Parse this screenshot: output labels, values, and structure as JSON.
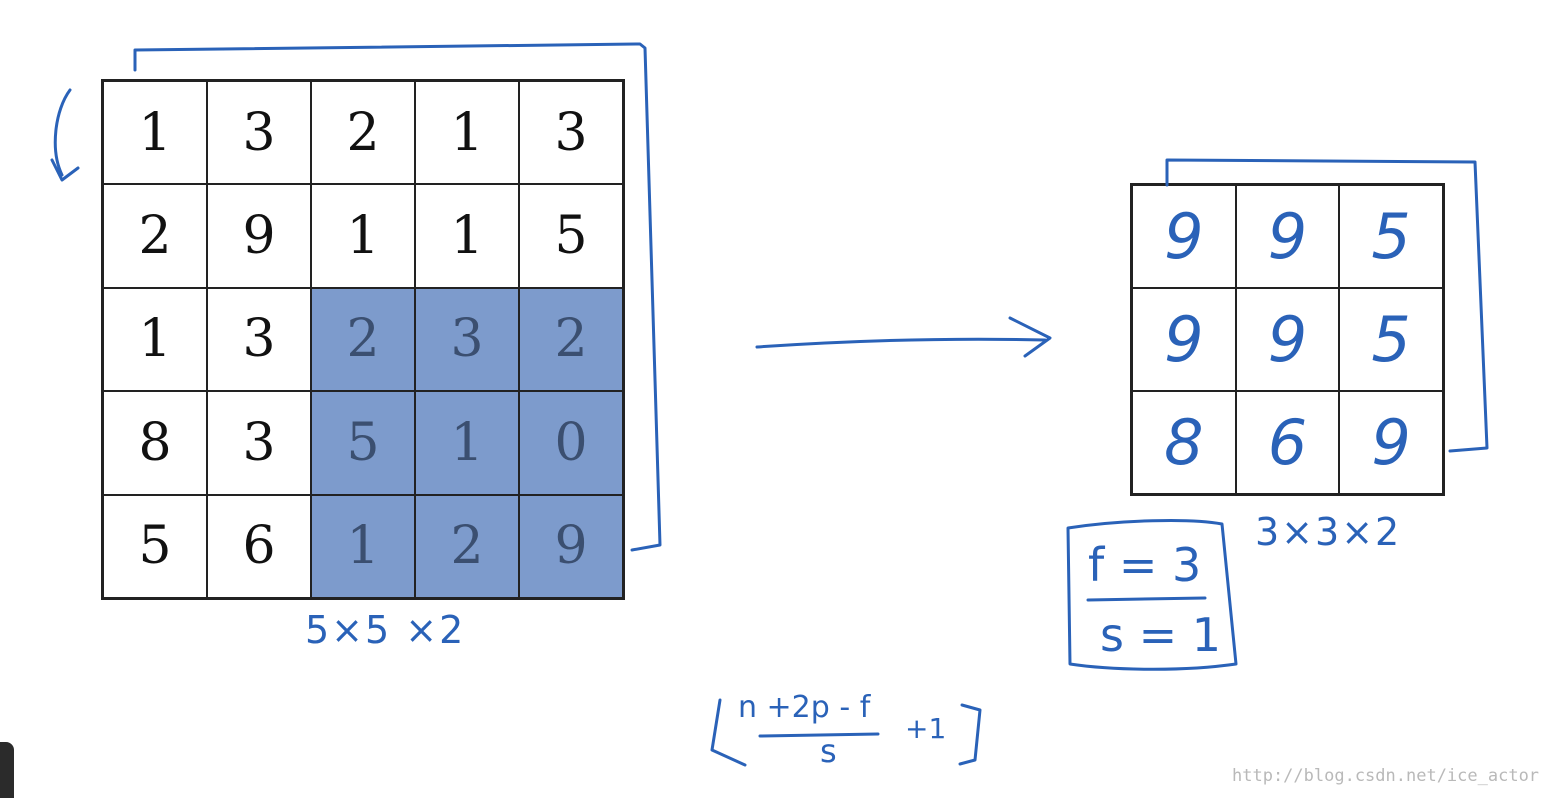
{
  "input_grid": {
    "rows": [
      [
        "1",
        "3",
        "2",
        "1",
        "3"
      ],
      [
        "2",
        "9",
        "1",
        "1",
        "5"
      ],
      [
        "1",
        "3",
        "2",
        "3",
        "2"
      ],
      [
        "8",
        "3",
        "5",
        "1",
        "0"
      ],
      [
        "5",
        "6",
        "1",
        "2",
        "9"
      ]
    ],
    "highlight": {
      "rows": [
        2,
        3,
        4
      ],
      "cols": [
        2,
        3,
        4
      ]
    },
    "highlight_color": "#7d9bcc",
    "dims_label": "5×5 ×2"
  },
  "output_grid": {
    "rows": [
      [
        "9",
        "9",
        "5"
      ],
      [
        "9",
        "9",
        "5"
      ],
      [
        "8",
        "6",
        "9"
      ]
    ],
    "dims_label": "3×3×2"
  },
  "params": {
    "f_label": "f = 3",
    "s_label": "s = 1"
  },
  "formula": {
    "numerator": "n +2p - f",
    "denominator": "s",
    "plus": "+1"
  },
  "watermark": "http://blog.csdn.net/ice_actor",
  "colors": {
    "ink": "#2a62b8",
    "grid": "#222222"
  }
}
